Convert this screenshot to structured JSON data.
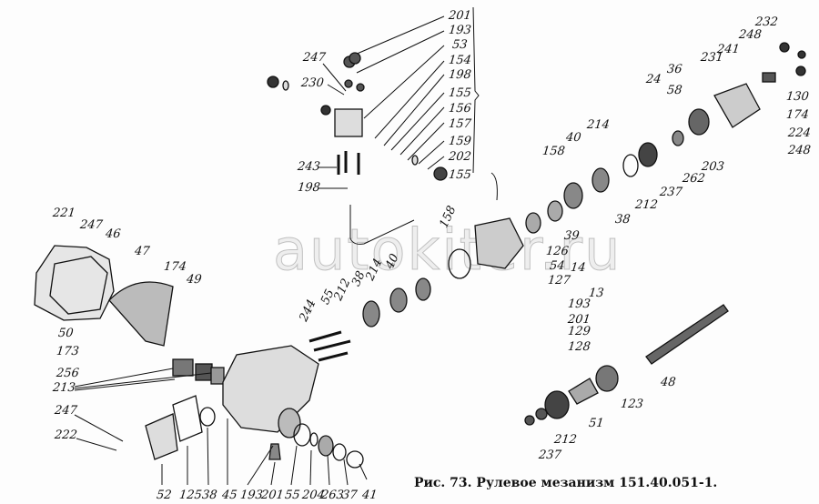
{
  "caption": "Рис. 73. Рулевое мезанизм 151.40.051-1.",
  "watermark": "autokiter.ru",
  "labels": {
    "top": [
      "201",
      "193",
      "53",
      "154",
      "198",
      "155",
      "156",
      "157",
      "159",
      "202",
      "155",
      "247",
      "230",
      "243",
      "198"
    ],
    "right": [
      "232",
      "248",
      "241",
      "231",
      "24",
      "36",
      "58",
      "130",
      "174",
      "224",
      "248",
      "203",
      "262",
      "237",
      "212",
      "214",
      "40",
      "158",
      "38",
      "39",
      "126",
      "54",
      "14",
      "127",
      "13",
      "193",
      "201",
      "129",
      "128"
    ],
    "left": [
      "221",
      "247",
      "46",
      "47",
      "174",
      "49",
      "50",
      "173",
      "256",
      "213"
    ],
    "middle": [
      "244",
      "55",
      "212",
      "38",
      "214",
      "40",
      "158"
    ],
    "bottom": [
      "247",
      "222",
      "52",
      "125",
      "38",
      "45",
      "193",
      "201",
      "55",
      "204",
      "263",
      "37",
      "41"
    ],
    "shaft": [
      "48",
      "123",
      "51",
      "212",
      "237"
    ]
  }
}
